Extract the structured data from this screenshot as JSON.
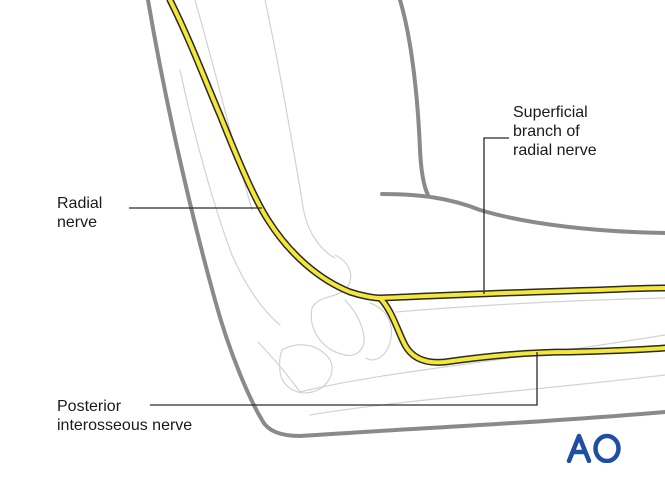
{
  "labels": {
    "radial_nerve": [
      "Radial",
      "nerve"
    ],
    "superficial_branch": [
      "Superficial",
      "branch of",
      "radial nerve"
    ],
    "posterior_interosseous": [
      "Posterior",
      "interosseous nerve"
    ]
  },
  "logo": {
    "text": "AO"
  },
  "colors": {
    "nerve_fill": "#f5e63a",
    "nerve_outline": "#2a2a2a",
    "skin_outline": "#8a8a8a",
    "bone_outline": "#d2d2d2",
    "leader_line": "#2a2a2a",
    "logo": "#1f4fa3"
  }
}
